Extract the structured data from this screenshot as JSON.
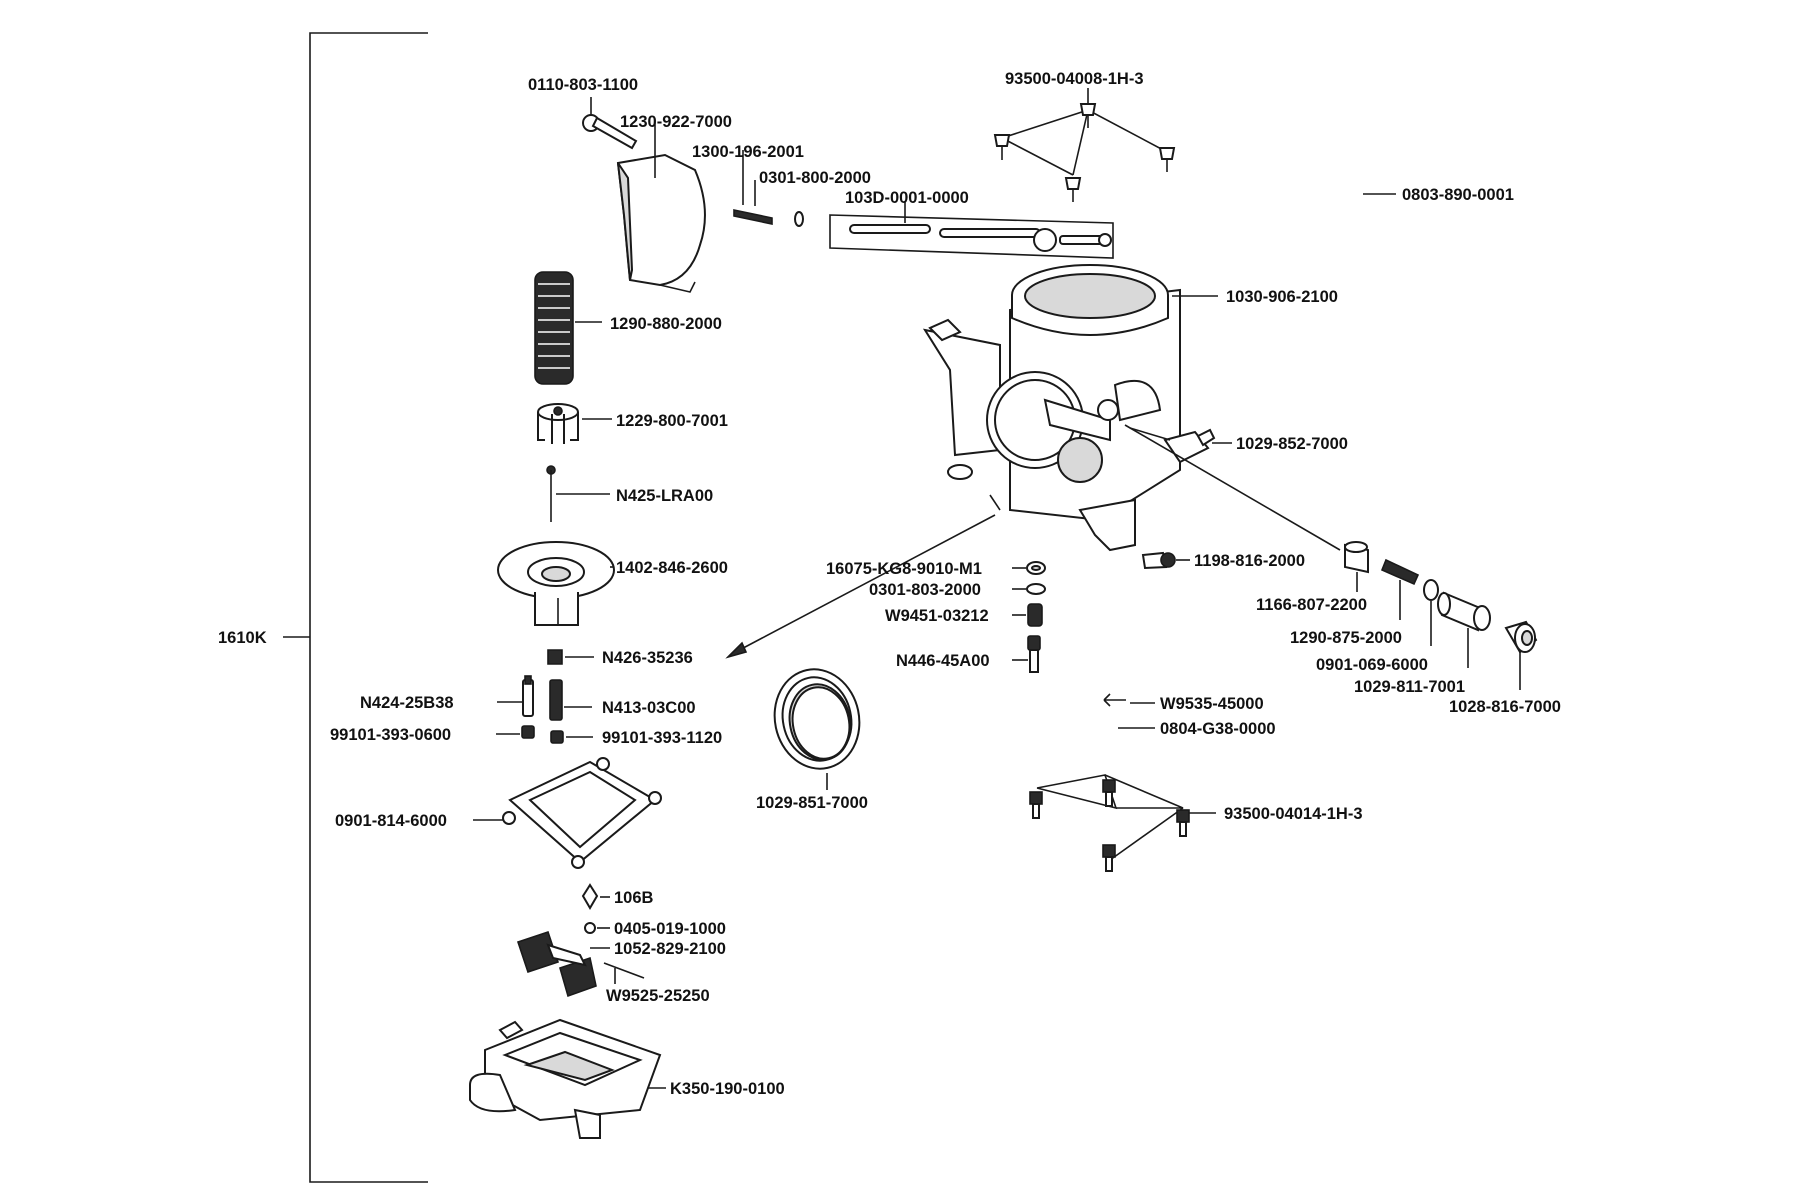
{
  "diagram": {
    "assembly_label": "1610K",
    "parts": {
      "p01": "0110-803-1100",
      "p02": "1230-922-7000",
      "p03": "1300-196-2001",
      "p04": "0301-800-2000",
      "p05": "103D-0001-0000",
      "p06": "93500-04008-1H-3",
      "p07": "0803-890-0001",
      "p08": "1030-906-2100",
      "p09": "1290-880-2000",
      "p10": "1229-800-7001",
      "p11": "1029-852-7000",
      "p12": "N425-LRA00",
      "p13": "1402-846-2600",
      "p14": "16075-KG8-9010-M1",
      "p15": "0301-803-2000",
      "p16": "1198-816-2000",
      "p17": "W9451-03212",
      "p18": "1166-807-2200",
      "p19": "N426-35236",
      "p20": "1290-875-2000",
      "p21": "N446-45A00",
      "p22": "0901-069-6000",
      "p23": "1029-811-7001",
      "p24": "N424-25B38",
      "p25": "N413-03C00",
      "p26": "1028-816-7000",
      "p27": "W9535-45000",
      "p28": "99101-393-0600",
      "p29": "99101-393-1120",
      "p30": "0804-G38-0000",
      "p31": "1029-851-7000",
      "p32": "0901-814-6000",
      "p33": "93500-04014-1H-3",
      "p34": "106B",
      "p35": "0405-019-1000",
      "p36": "1052-829-2100",
      "p37": "W9525-25250",
      "p38": "K350-190-0100"
    }
  }
}
